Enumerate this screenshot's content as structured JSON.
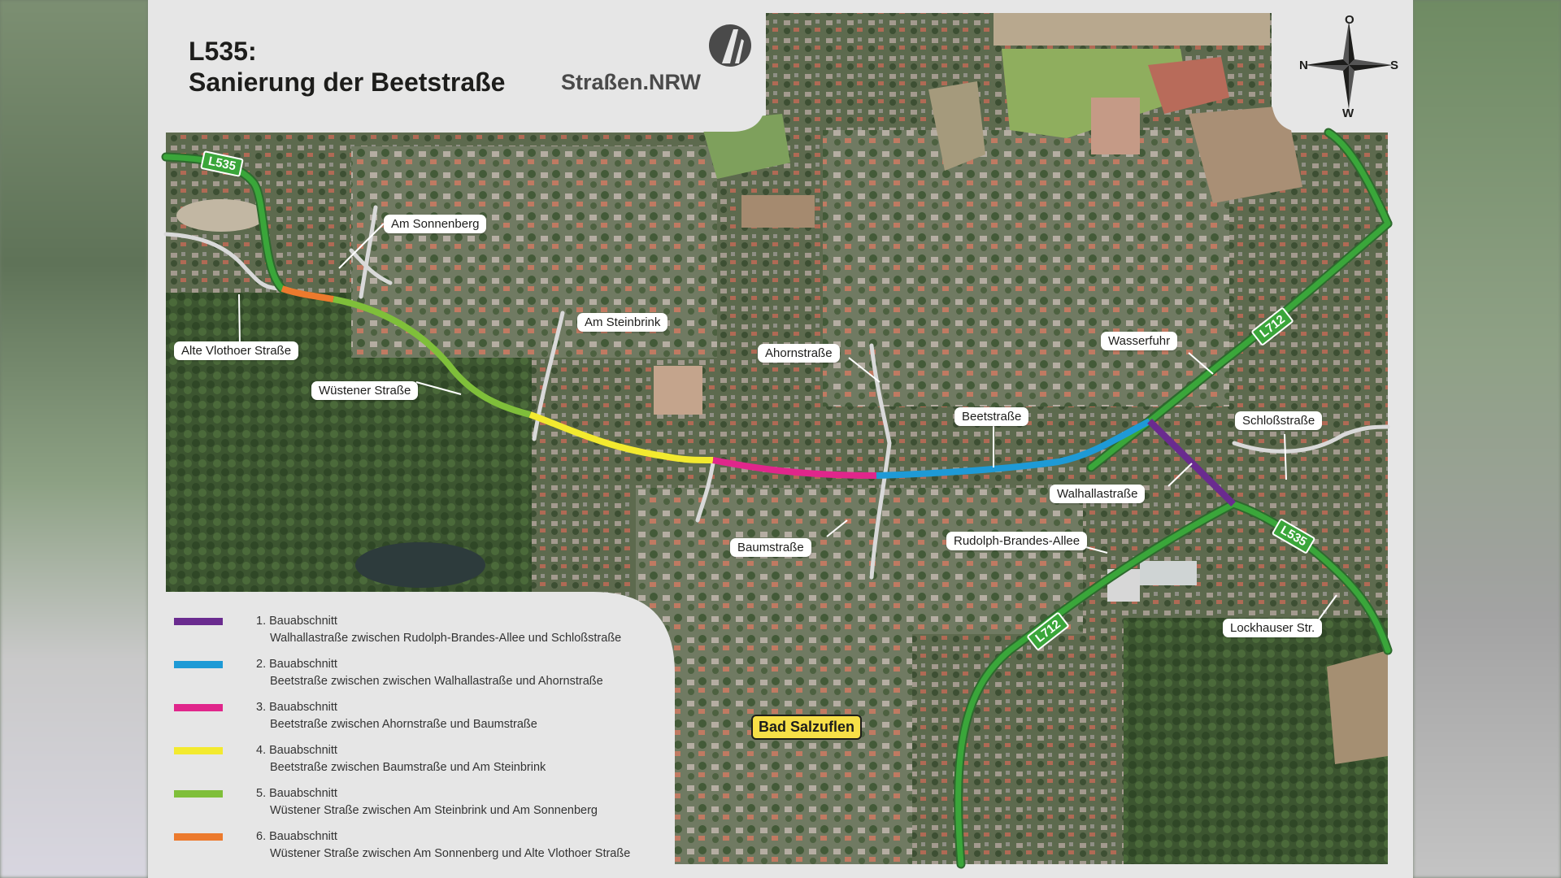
{
  "header": {
    "title_line1": "L535:",
    "title_line2": "Sanierung der Beetstraße",
    "brand": "Straßen.NRW"
  },
  "compass": {
    "north": "O",
    "south": "W",
    "west": "N",
    "east": "S"
  },
  "road_shields": {
    "l535_top": "L535",
    "l712_upper": "L712",
    "l712_lower": "L712",
    "l535_right": "L535"
  },
  "street_labels": {
    "am_sonnenberg": "Am Sonnenberg",
    "alte_vlothoer": "Alte Vlothoer Straße",
    "wuestener": "Wüstener Straße",
    "am_steinbrink": "Am Steinbrink",
    "ahornstrasse": "Ahornstraße",
    "beetstrasse": "Beetstraße",
    "wasserfuhr": "Wasserfuhr",
    "schlossstrasse": "Schloßstraße",
    "walhallastrasse": "Walhallastraße",
    "rudolph_brandes": "Rudolph-Brandes-Allee",
    "baumstrasse": "Baumstraße",
    "lockhauser": "Lockhauser Str."
  },
  "city_label": "Bad Salzuflen",
  "colors": {
    "purple": "#6a2b8f",
    "blue": "#1e9ad6",
    "magenta": "#e0268b",
    "yellow": "#f3ea2f",
    "green": "#7fbf3a",
    "orange": "#ec7a2d",
    "main_road": "#3aa63a"
  },
  "legend": [
    {
      "number": "1.",
      "title": "Bauabschnitt",
      "desc": "Walhallastraße zwischen Rudolph-Brandes-Allee und Schloßstraße",
      "color": "#6a2b8f"
    },
    {
      "number": "2.",
      "title": "Bauabschnitt",
      "desc": "Beetstraße zwischen zwischen Walhallastraße und Ahornstraße",
      "color": "#1e9ad6"
    },
    {
      "number": "3.",
      "title": "Bauabschnitt",
      "desc": "Beetstraße zwischen Ahornstraße und Baumstraße",
      "color": "#e0268b"
    },
    {
      "number": "4.",
      "title": "Bauabschnitt",
      "desc": "Beetstraße zwischen Baumstraße und Am Steinbrink",
      "color": "#f3ea2f"
    },
    {
      "number": "5.",
      "title": "Bauabschnitt",
      "desc": "Wüstener Straße zwischen Am Steinbrink und Am Sonnenberg",
      "color": "#7fbf3a"
    },
    {
      "number": "6.",
      "title": "Bauabschnitt",
      "desc": "Wüstener Straße zwischen Am Sonnenberg und Alte Vlothoer Straße",
      "color": "#ec7a2d"
    }
  ]
}
